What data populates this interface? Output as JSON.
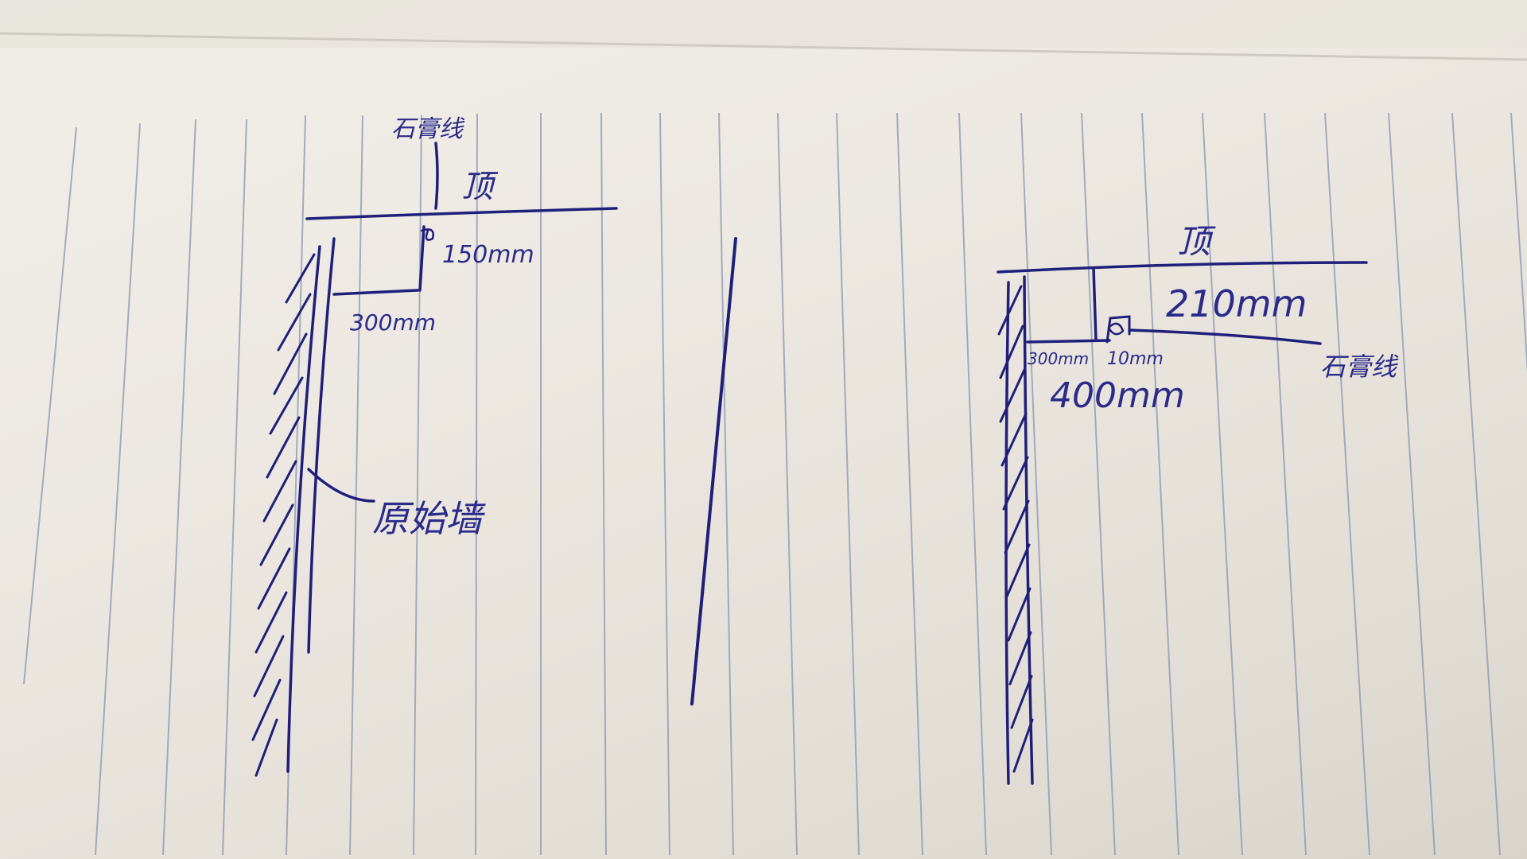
{
  "left_sketch": {
    "label_top_1": "石膏线",
    "label_top_2": "顶",
    "dim_height": "150mm",
    "dim_width": "300mm",
    "label_wall": "原始墙"
  },
  "right_sketch": {
    "label_top": "顶",
    "dim_height": "210mm",
    "dim_width_a": "300mm",
    "dim_width_b": "10mm",
    "dim_total": "400mm",
    "label_side": "石膏线"
  },
  "colors": {
    "paper": "#ece8e1",
    "ruling": "#7c8aa6",
    "ink": "#1f1f7a"
  }
}
